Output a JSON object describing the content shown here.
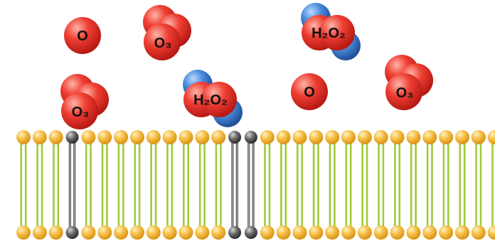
{
  "molecules": [
    {
      "id": "o-1",
      "label": "O",
      "kind": "O"
    },
    {
      "id": "o3-1",
      "label": "O₃",
      "kind": "O3"
    },
    {
      "id": "h2o2-1",
      "label": "H₂O₂",
      "kind": "H2O2"
    },
    {
      "id": "o3-2",
      "label": "O₃",
      "kind": "O3"
    },
    {
      "id": "o3-3",
      "label": "O₃",
      "kind": "O3"
    },
    {
      "id": "h2o2-2",
      "label": "H₂O₂",
      "kind": "H2O2"
    },
    {
      "id": "o-2",
      "label": "O",
      "kind": "O"
    }
  ],
  "membrane": {
    "lipid_count": 30,
    "damaged_positions": [
      3,
      13,
      14
    ]
  },
  "colors": {
    "oxygen": "#e8322a",
    "hydrogen": "#3d7fd0",
    "lipid_head": "#f5b73c",
    "lipid_tail": "#9ccc3a",
    "damaged_lipid": "#555555"
  }
}
